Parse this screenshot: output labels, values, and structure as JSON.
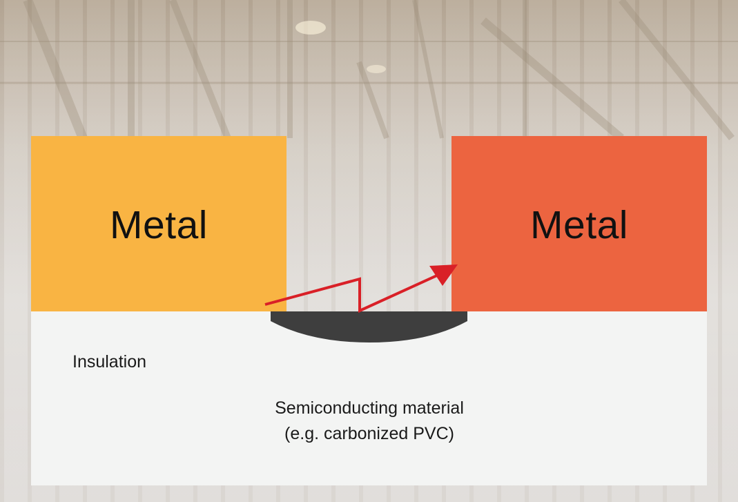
{
  "diagram": {
    "left_block": {
      "label": "Metal",
      "color": "#f9b443"
    },
    "right_block": {
      "label": "Metal",
      "color": "#ec6440"
    },
    "insulation_label": "Insulation",
    "semiconducting_label_line1": "Semiconducting material",
    "semiconducting_label_line2": "(e.g. carbonized PVC)",
    "path_color": "#d92027",
    "carbon_deposit_color": "#3e3e3e",
    "panel_color": "#f3f4f3"
  }
}
